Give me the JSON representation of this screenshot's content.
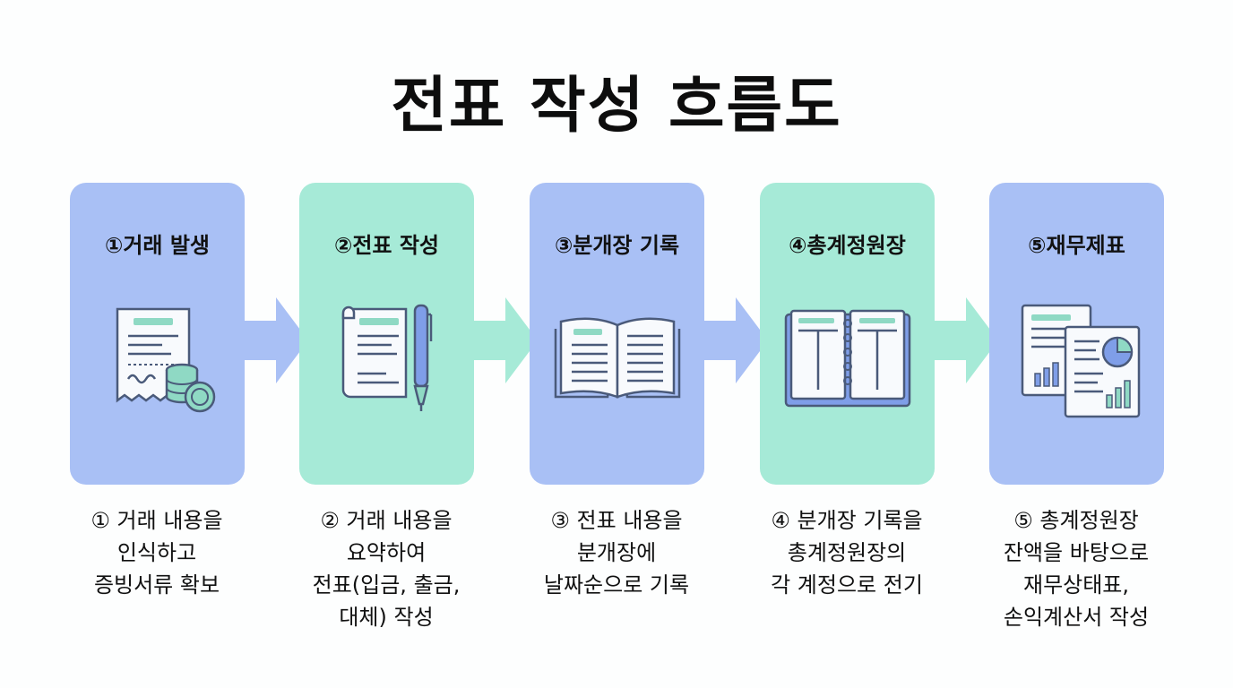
{
  "title": "전표 작성 흐름도",
  "steps": [
    {
      "label": "①거래 발생",
      "icon": "receipt-coins-icon",
      "description": [
        "① 거래 내용을",
        "인식하고",
        "증빙서류 확보"
      ]
    },
    {
      "label": "②전표 작성",
      "icon": "document-pen-icon",
      "description": [
        "② 거래 내용을",
        "요약하여",
        "전표(입금, 출금,",
        "대체) 작성"
      ]
    },
    {
      "label": "③분개장 기록",
      "icon": "open-book-icon",
      "description": [
        "③ 전표 내용을",
        "분개장에",
        "날짜순으로 기록"
      ]
    },
    {
      "label": "④총계정원장",
      "icon": "ledger-book-icon",
      "description": [
        "④ 분개장 기록을",
        "총계정원장의",
        "각 계정으로 전기"
      ]
    },
    {
      "label": "⑤재무제표",
      "icon": "financial-reports-icon",
      "description": [
        "⑤ 총계정원장",
        "잔액을 바탕으로",
        "재무상태표,",
        "손익계산서 작성"
      ]
    }
  ],
  "colors": {
    "blue_panel": "#a9c0f5",
    "green_panel": "#a6ead7",
    "arrow_blue": "#a9c0f5",
    "arrow_green": "#a6ead7",
    "icon_stroke": "#4a5a7a",
    "icon_teal": "#8fd9c4",
    "icon_blue": "#7f9ee8"
  }
}
